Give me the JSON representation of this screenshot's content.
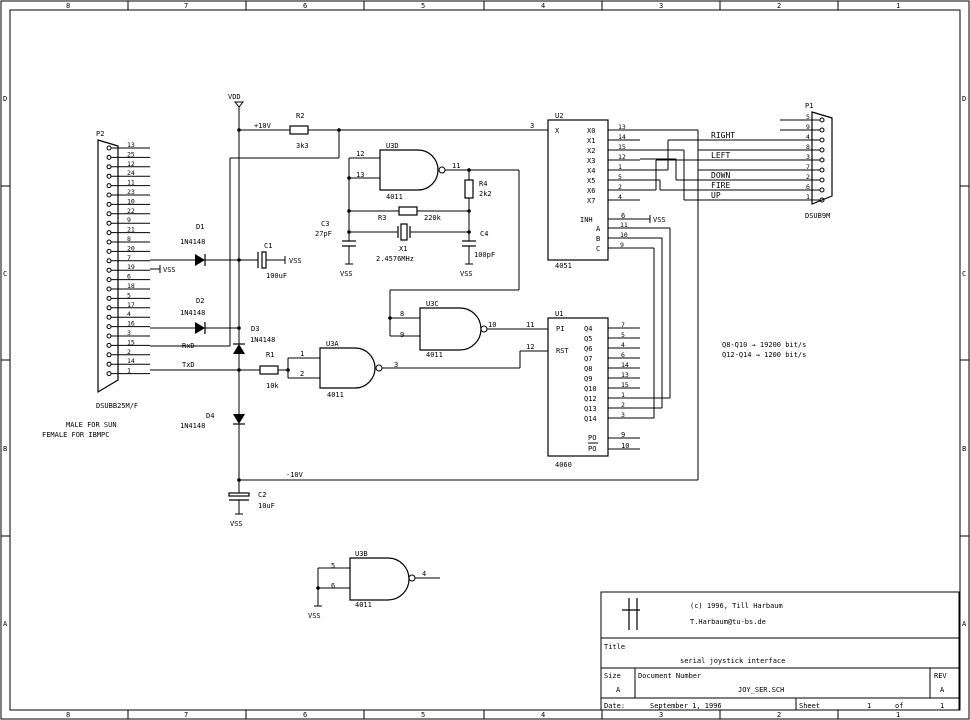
{
  "border": {
    "col_labels": [
      "8",
      "7",
      "6",
      "5",
      "4",
      "3",
      "2",
      "1"
    ],
    "row_labels": [
      "D",
      "C",
      "B",
      "A"
    ]
  },
  "power": {
    "vdd": "VDD",
    "p10v": "+10V",
    "m10v": "-10V",
    "vss": "VSS"
  },
  "p2": {
    "ref": "P2",
    "type": "DSUBB25M/F",
    "pins": [
      "13",
      "25",
      "12",
      "24",
      "11",
      "23",
      "10",
      "22",
      "9",
      "21",
      "8",
      "20",
      "7",
      "19",
      "6",
      "18",
      "5",
      "17",
      "4",
      "16",
      "3",
      "15",
      "2",
      "14",
      "1"
    ],
    "note": [
      "MALE FOR SUN",
      "FEMALE FOR IBMPC"
    ],
    "rxd": "RxD",
    "txd": "TxD"
  },
  "p1": {
    "ref": "P1",
    "type": "DSUB9M",
    "pins": [
      "5",
      "9",
      "4",
      "8",
      "3",
      "7",
      "2",
      "6",
      "1"
    ],
    "signals": [
      "RIGHT",
      "LEFT",
      "DOWN",
      "FIRE",
      "UP"
    ]
  },
  "parts": {
    "r1": {
      "ref": "R1",
      "val": "10k"
    },
    "r2": {
      "ref": "R2",
      "val": "3k3"
    },
    "r3": {
      "ref": "R3",
      "val": "220k"
    },
    "r4": {
      "ref": "R4",
      "val": "2k2"
    },
    "c1": {
      "ref": "C1",
      "val": "100uF"
    },
    "c2": {
      "ref": "C2",
      "val": "10uF"
    },
    "c3": {
      "ref": "C3",
      "val": "27pF"
    },
    "c4": {
      "ref": "C4",
      "val": "100pF"
    },
    "x1": {
      "ref": "X1",
      "val": "2.4576MHz"
    },
    "d1": {
      "ref": "D1",
      "val": "1N4148"
    },
    "d2": {
      "ref": "D2",
      "val": "1N4148"
    },
    "d3": {
      "ref": "D3",
      "val": "1N4148"
    },
    "d4": {
      "ref": "D4",
      "val": "1N4148"
    }
  },
  "gates": {
    "u3a": {
      "ref": "U3A",
      "type": "4011",
      "in1": "1",
      "in2": "2",
      "out": "3"
    },
    "u3b": {
      "ref": "U3B",
      "type": "4011",
      "in1": "5",
      "in2": "6",
      "out": "4"
    },
    "u3c": {
      "ref": "U3C",
      "type": "4011",
      "in1": "8",
      "in2": "9",
      "out": "10"
    },
    "u3d": {
      "ref": "U3D",
      "type": "4011",
      "in1": "12",
      "in2": "13",
      "out": "11"
    }
  },
  "u2": {
    "ref": "U2",
    "type": "4051",
    "x_label": "X",
    "x_pin": "3",
    "outputs": [
      "X0",
      "X1",
      "X2",
      "X3",
      "X4",
      "X5",
      "X6",
      "X7"
    ],
    "output_pins": [
      "13",
      "14",
      "15",
      "12",
      "1",
      "5",
      "2",
      "4"
    ],
    "inh": {
      "label": "INH",
      "pin": "6"
    },
    "select": [
      "A",
      "B",
      "C"
    ],
    "select_pins": [
      "11",
      "10",
      "9"
    ]
  },
  "u1": {
    "ref": "U1",
    "type": "4060",
    "pi": {
      "label": "PI",
      "pin": "11"
    },
    "rst": {
      "label": "RST",
      "pin": "12"
    },
    "outputs": [
      "Q4",
      "Q5",
      "Q6",
      "Q7",
      "Q8",
      "Q9",
      "Q10",
      "Q12",
      "Q13",
      "Q14"
    ],
    "output_pins": [
      "7",
      "5",
      "4",
      "6",
      "14",
      "13",
      "15",
      "1",
      "2",
      "3"
    ],
    "po": [
      {
        "label": "PO",
        "pin": "9"
      },
      {
        "label": "PO",
        "pin": "10"
      }
    ]
  },
  "notes": {
    "rate1": "Q8-Q10 → 19200 bit/s",
    "rate2": "Q12-Q14 → 1200 bit/s"
  },
  "title_block": {
    "copyright": "(c) 1996, Till Harbaum",
    "email": "T.Harbaum@tu-bs.de",
    "title_label": "Title",
    "title": "serial joystick interface",
    "size_label": "Size",
    "size": "A",
    "docnum_label": "Document Number",
    "docnum": "JOY_SER.SCH",
    "rev_label": "REV",
    "rev": "A",
    "date_label": "Date:",
    "date": "September  1, 1996",
    "sheet_label": "Sheet",
    "sheet": "1",
    "of_label": "of",
    "of": "1"
  }
}
